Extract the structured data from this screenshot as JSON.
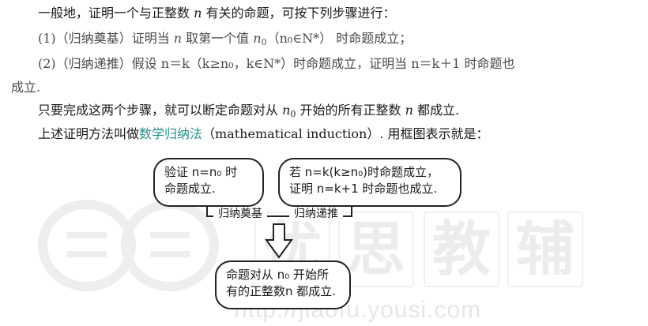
{
  "paragraphs": {
    "p1": {
      "pre": "一般地，证明一个与正整数 ",
      "var": "n",
      "post": " 有关的命题，可按下列步骤进行："
    },
    "p2": {
      "num": "(1)",
      "label": "（归纳奠基）",
      "pre": "证明当 ",
      "var": "n",
      "mid": " 取第一个值 ",
      "n0": "n",
      "n0sub": "0",
      "paren": "（n₀∈N*）",
      "post": " 时命题成立；"
    },
    "p3": {
      "num": "(2)",
      "label": "（归纳递推）",
      "text": "假设 n＝k（k≥n₀，k∈N*）时命题成立，证明当 n＝k＋1 时命题也"
    },
    "p3b": "成立.",
    "p4": {
      "pre": "只要完成这两个步骤，就可以断定命题对从 ",
      "n0": "n",
      "n0sub": "0",
      "mid": " 开始的所有正整数 ",
      "var": "n",
      "post": " 都成立."
    },
    "p5": {
      "pre": "上述证明方法叫做",
      "term": "数学归纳法",
      "post": "（mathematical induction）. 用框图表示就是："
    }
  },
  "diagram": {
    "box1_line1": "验证 n=n₀ 时",
    "box1_line2": "命题成立.",
    "box2_line1": "若 n=k(k≥n₀)时命题成立，",
    "box2_line2": "证明 n=k+1 时命题也成立.",
    "tag1": "归纳奠基",
    "tag2": "归纳递推",
    "box3_line1": "命题对从 n₀ 开始所",
    "box3_line2": "有的正整数n 都成立."
  },
  "watermark": {
    "chars": [
      "优",
      "思",
      "教",
      "辅"
    ],
    "url": "http://jiaofu.yousi.com"
  }
}
